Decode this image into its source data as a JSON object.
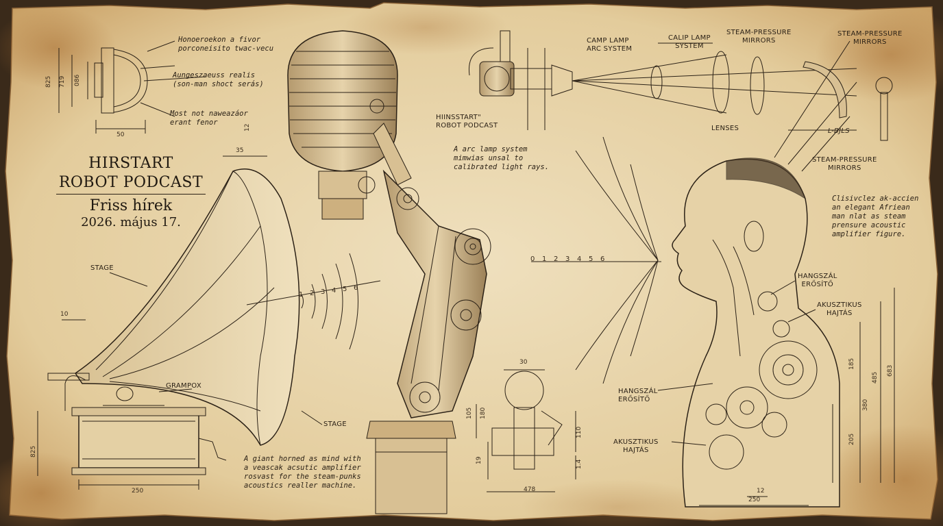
{
  "title": {
    "line1": "HIRSTART",
    "line2": "ROBOT PODCAST",
    "subtitle": "Friss hírek",
    "date": "2026. május 17."
  },
  "notes": {
    "top_left_1a": "Honoeroekon a fivor",
    "top_left_1b": "porconeisito twac-vecu",
    "top_left_2a": "Aungeszaeuss realis",
    "top_left_2b": "(son-man shoct serás)",
    "top_left_3a": "Most not naweazáor",
    "top_left_3b": "erant fenor",
    "arc_a": "A arc lamp system",
    "arc_b": "mimwias unsal to",
    "arc_c": "calibrated light rays.",
    "horn_a": "A giant horned as mind with",
    "horn_b": "a veascak acsutic amplifier",
    "horn_c": "rosvast for the  steam-punks",
    "horn_d": "acoustics realler machine.",
    "figure_a": "Clisivclez ak-accien",
    "figure_b": "an elegant Afriean",
    "figure_c": "man nlat as steam",
    "figure_d": "prensure acoustic",
    "figure_e": "amplifier figure."
  },
  "labels": {
    "camp_lamp_a": "CAMP LAMP",
    "camp_lamp_b": "ARC SYSTEM",
    "calip_lamp_a": "CALIP LAMP",
    "calip_lamp_b": "SYSTEM",
    "mirrors1_a": "STEAM-PRESSURE",
    "mirrors1_b": "MIRRORS",
    "mirrors2_a": "STEAM-PRESSURE",
    "mirrors2_b": "MIRRORS",
    "mirrors3_a": "STEAM-PRESSURE",
    "mirrors3_b": "MIRRORS",
    "hiinsstart_a": "HIINSSTART\"",
    "hiinsstart_b": "ROBOT PODCAST",
    "lenses": "LENSES",
    "l_bjls": "L-BJLS",
    "stage_top": "STAGE",
    "stage_bottom": "STAGE",
    "grampox": "GRAMPOX",
    "hangszal1_a": "HANGSZÁL",
    "hangszal1_b": "ERŐSÍTŐ",
    "akusz1_a": "AKUSZTIKUS",
    "akusz1_b": "HAJTÁS",
    "hangszal2_a": "HANGSZÁL",
    "hangszal2_b": "ERŐSÍTŐ",
    "akusz2_a": "AKUSZTIKUS",
    "akusz2_b": "HAJTÁS"
  },
  "dimensions": {
    "d50": "50",
    "d825a": "825",
    "d719": "719",
    "d086": "086",
    "d35": "35",
    "d10": "10",
    "d825b": "825",
    "d250a": "250",
    "d30": "30",
    "d105": "105",
    "d180": "180",
    "d19": "19",
    "d110": "110",
    "d478": "478",
    "d14": "1.4",
    "d12b": "12",
    "d250b": "250",
    "d185": "185",
    "d380": "380",
    "d205": "205",
    "d485": "485",
    "d683": "683",
    "d12": "12",
    "scale_horn": [
      "1",
      "2",
      "3",
      "4",
      "5",
      "6"
    ],
    "scale_head": [
      "0",
      "1",
      "2",
      "3",
      "4",
      "5",
      "6"
    ]
  },
  "colors": {
    "paper": "#e9d8b4",
    "paper_dark": "#c9a46b",
    "ink": "#2b2116",
    "stain": "#a86f33"
  }
}
